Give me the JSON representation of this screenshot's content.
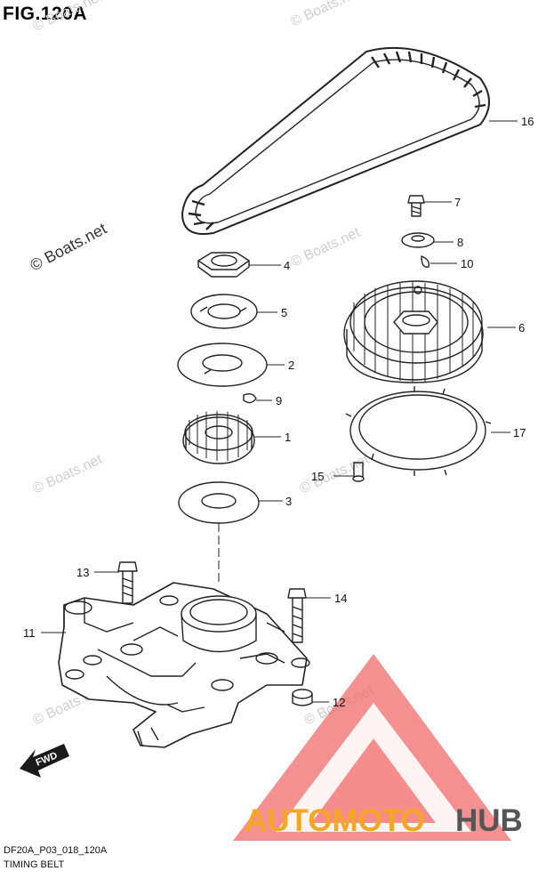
{
  "figure": {
    "title": "FIG.120A",
    "code": "DF20A_P03_018_120A",
    "name": "TIMING BELT"
  },
  "watermark": {
    "text": "© Boats.net"
  },
  "logo": {
    "text_left": "AUTOMOTO",
    "text_right": "HUB"
  },
  "fwd_label": "FWD",
  "callouts": [
    {
      "num": "16"
    },
    {
      "num": "7"
    },
    {
      "num": "8"
    },
    {
      "num": "10"
    },
    {
      "num": "4"
    },
    {
      "num": "5"
    },
    {
      "num": "6"
    },
    {
      "num": "2"
    },
    {
      "num": "9"
    },
    {
      "num": "1"
    },
    {
      "num": "17"
    },
    {
      "num": "15"
    },
    {
      "num": "3"
    },
    {
      "num": "13"
    },
    {
      "num": "14"
    },
    {
      "num": "11"
    },
    {
      "num": "12"
    }
  ],
  "colors": {
    "line": "#222222",
    "logo_red": "#e53935",
    "logo_orange": "#f5a623",
    "logo_gray": "#555555",
    "watermark": "#c8c8c8"
  }
}
